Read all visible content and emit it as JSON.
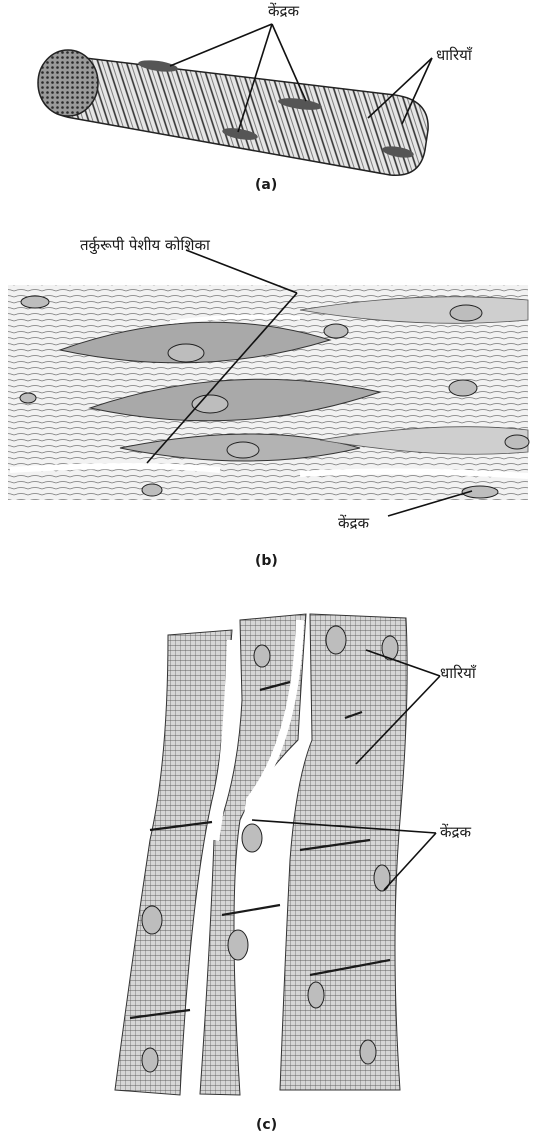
{
  "panel_a": {
    "label_nucleus": "केंद्रक",
    "label_striations": "धारियाँ",
    "caption": "(a)"
  },
  "panel_b": {
    "label_cell": "तर्कुरूपी पेशीय कोशिका",
    "label_nucleus": "केंद्रक",
    "caption": "(b)"
  },
  "panel_c": {
    "label_striations": "धारियाँ",
    "label_nucleus": "केंद्रक",
    "caption": "(c)"
  },
  "colors": {
    "ink": "#1a1a1a",
    "fiber_fill": "#d9d9d9",
    "dark_fill": "#8a8a8a",
    "nucleus_fill": "#bdbdbd"
  }
}
